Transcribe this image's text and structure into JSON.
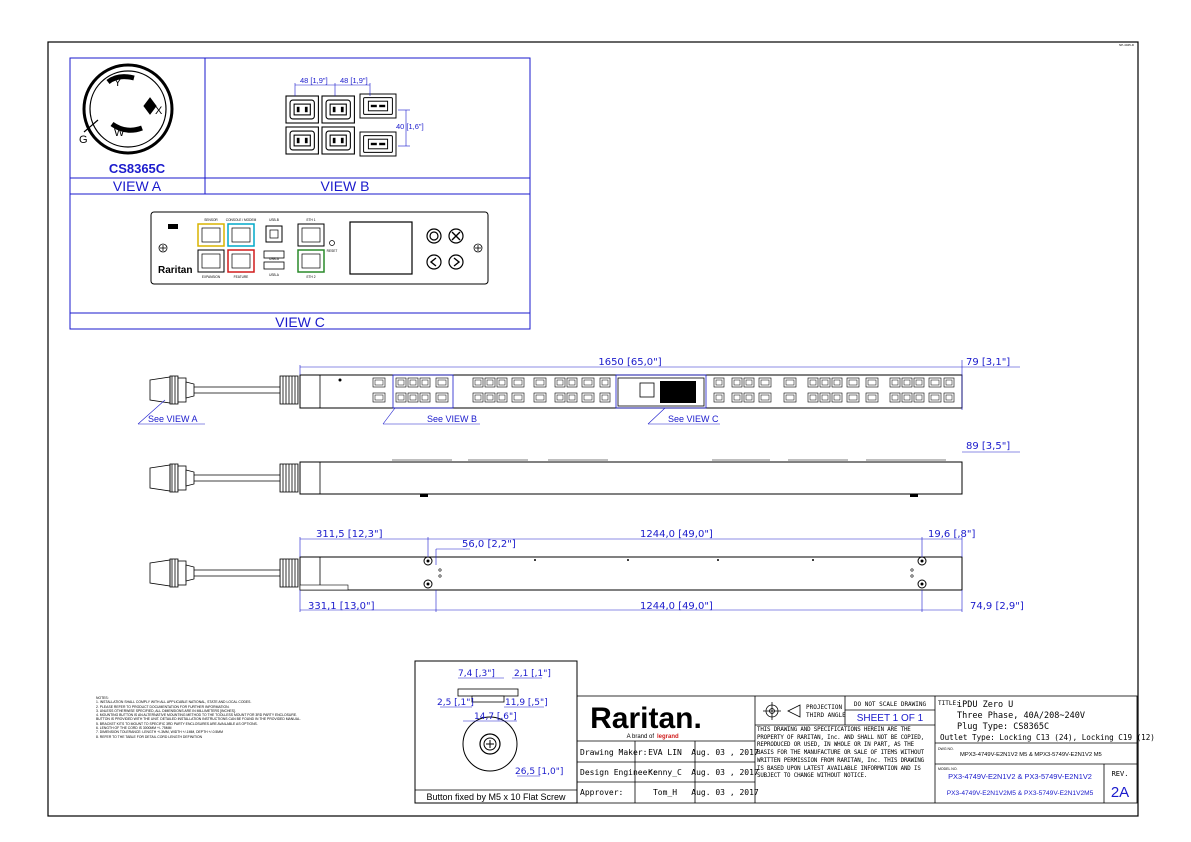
{
  "sheet_code": "NP-4045-D",
  "views": {
    "a_title": "VIEW A",
    "b_title": "VIEW B",
    "c_title": "VIEW C",
    "plug_model": "CS8365C",
    "plug_pins": {
      "x": "X",
      "y": "Y",
      "w": "W",
      "g": "G"
    },
    "b_dims": {
      "w1": "48 [1,9\"]",
      "w2": "48 [1,9\"]",
      "h": "40 [1,6\"]"
    },
    "controller": {
      "brand": "Raritan",
      "port_sensor": "SENSOR",
      "port_console": "CONSOLE / MODEM",
      "port_usbb": "USB-B",
      "port_eth1": "ETH 1",
      "port_expansion": "EXPANSION",
      "port_feature": "FEATURE",
      "port_usba1": "USB-A",
      "port_usba2": "USB-A",
      "port_eth2": "ETH 2",
      "reset": "RESET"
    }
  },
  "callouts": {
    "a": "See VIEW A",
    "b": "See VIEW B",
    "c": "See VIEW C"
  },
  "dimensions": {
    "length": "1650 [65,0\"]",
    "width_front": "79 [3,1\"]",
    "depth": "89 [3,5\"]",
    "top_left": "311,5 [12,3\"]",
    "top_mid": "1244,0 [49,0\"]",
    "top_right": "19,6 [,8\"]",
    "small": "56,0 [2,2\"]",
    "bot_left": "331,1 [13,0\"]",
    "bot_mid": "1244,0 [49,0\"]",
    "bot_right": "74,9 [2,9\"]"
  },
  "button_detail": {
    "d1": "7,4 [,3\"]",
    "d2": "2,1 [,1\"]",
    "d3": "2,5 [,1\"]",
    "d4": "11,9 [,5\"]",
    "d5": "14,7 [,6\"]",
    "d6": "26,5 [1,0\"]",
    "caption": "Button fixed by M5 x 10 Flat Screw"
  },
  "notes": {
    "title": "NOTES:",
    "items": [
      "1. INSTALLATION SHALL COMPLY WITH ALL APPLICABLE NATIONAL, STATE AND LOCAL CODES.",
      "2. PLEASE REFER TO PRODUCT DOCUMENTATION FOR FURTHER INFORMATION.",
      "3. UNLESS OTHERWISE SPECIFIED, ALL DIMENSIONS ARE IN MILLIMETERS [INCHES].",
      "4. MOUNTING BUTTON IS AN ALTERNATIVE MOUNTING METHOD TO THE TOOLLESS MOUNT FOR 3RD PARTY ENCLOSURE.",
      "   BUTTON IS PROVIDED WITH THE UNIT. DETAILED INSTALLATION INSTRUCTIONS CAN BE FOUND IN THE PROVIDED MANUAL.",
      "5. BRACKET KITS TO MOUNT TO SPECIFIC 3RD PARTY ENCLOSURES ARE AVAILABLE AS OPTIONS.",
      "6. LENGTH OF THE CORD IS 3000MM +/- 75MM",
      "7. DIMENSION TOLERANCE: LENGTH +/-3MM, WIDTH +/-1MM, DEPTH +/-0.5MM",
      "8. REFER TO THE TABLE FOR DETAIL CORD LENGTH DEFINITION"
    ]
  },
  "title_block": {
    "logo": "Raritan.",
    "logo_sub_a": "A brand of",
    "logo_sub_b": "legrand",
    "rows": [
      {
        "label": "Drawing Maker:",
        "name": "EVA LIN",
        "date": "Aug. 03 , 2017"
      },
      {
        "label": "Design Engineer:",
        "name": "Kenny_C",
        "date": "Aug. 03 , 2017"
      },
      {
        "label": "Approver:",
        "name": "Tom_H",
        "date": "Aug. 03 , 2017"
      }
    ],
    "projection_a": "PROJECTION",
    "projection_b": "THIRD ANGLE",
    "dns": "DO NOT SCALE DRAWING",
    "sheet": "SHEET 1 OF 1",
    "disclaimer": "THIS DRAWING AND SPECIFICATIONS HEREIN ARE THE PROPERTY OF RARITAN, Inc. AND SHALL NOT BE COPIED, REPRODUCED OR USED, IN WHOLE OR IN PART, AS THE BASIS FOR THE MANUFACTURE OR SALE OF ITEMS WITHOUT WRITTEN PERMISSION FROM RARITAN, Inc. THIS DRAWING IS BASED UPON LATEST AVAILABLE INFORMATION AND IS SUBJECT TO CHANGE WITHOUT NOTICE.",
    "title_label": "TITLE:",
    "title_lines": [
      "iPDU Zero U",
      "Three Phase, 40A/208~240V",
      "Plug Type: CS8365C",
      "Outlet Type: Locking C13 (24), Locking C19 (12)"
    ],
    "dwg_label": "DWG NO.",
    "dwg_no": "MPX3-4749V-E2N1V2 M5 & MPX3-5749V-E2N1V2 M5",
    "model_label": "MODEL NO.",
    "model_line1": "PX3-4749V-E2N1V2 & PX3-5749V-E2N1V2",
    "model_line2": "PX3-4749V-E2N1V2M5 & PX3-5749V-E2N1V2M5",
    "rev_label": "REV.",
    "rev": "2A"
  },
  "colors": {
    "line": "#000000",
    "blue": "#1a1acc",
    "green": "#1a9a1a",
    "yellow": "#d8b400",
    "cyan": "#00a8c8",
    "red": "#d01c1c",
    "eth": "#2a8a2a"
  }
}
